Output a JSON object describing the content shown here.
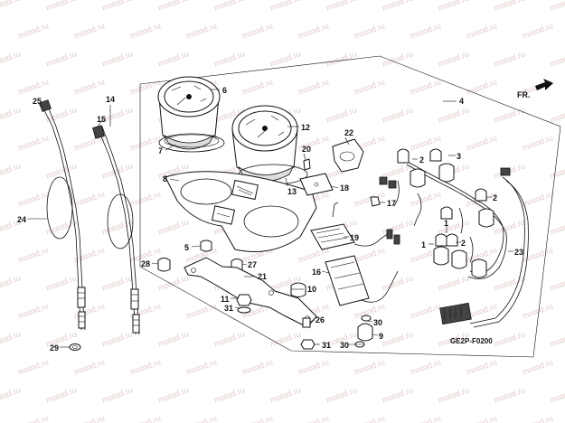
{
  "watermark": "motod.ru",
  "direction_label": "FR.",
  "drawing_code": "GE2P-F0200",
  "callouts": [
    {
      "id": "c25",
      "text": "25"
    },
    {
      "id": "c14",
      "text": "14"
    },
    {
      "id": "c15",
      "text": "15"
    },
    {
      "id": "c24",
      "text": "24"
    },
    {
      "id": "c29",
      "text": "29"
    },
    {
      "id": "c6",
      "text": "6"
    },
    {
      "id": "c7",
      "text": "7"
    },
    {
      "id": "c12",
      "text": "12"
    },
    {
      "id": "c8",
      "text": "8"
    },
    {
      "id": "c13",
      "text": "13"
    },
    {
      "id": "c5",
      "text": "5"
    },
    {
      "id": "c28",
      "text": "28"
    },
    {
      "id": "c27",
      "text": "27"
    },
    {
      "id": "c21",
      "text": "21"
    },
    {
      "id": "c11",
      "text": "11"
    },
    {
      "id": "c31a",
      "text": "31"
    },
    {
      "id": "c10",
      "text": "10"
    },
    {
      "id": "c26",
      "text": "26"
    },
    {
      "id": "c31b",
      "text": "31"
    },
    {
      "id": "c30a",
      "text": "30"
    },
    {
      "id": "c30b",
      "text": "30"
    },
    {
      "id": "c9",
      "text": "9"
    },
    {
      "id": "c16",
      "text": "16"
    },
    {
      "id": "c19",
      "text": "19"
    },
    {
      "id": "c22",
      "text": "22"
    },
    {
      "id": "c20",
      "text": "20"
    },
    {
      "id": "c18",
      "text": "18"
    },
    {
      "id": "c17",
      "text": "17"
    },
    {
      "id": "c4",
      "text": "4"
    },
    {
      "id": "c2a",
      "text": "2"
    },
    {
      "id": "c3",
      "text": "3"
    },
    {
      "id": "c2b",
      "text": "2"
    },
    {
      "id": "c1a",
      "text": "1"
    },
    {
      "id": "c1b",
      "text": "1"
    },
    {
      "id": "c2c",
      "text": "2"
    },
    {
      "id": "c23",
      "text": "23"
    }
  ]
}
